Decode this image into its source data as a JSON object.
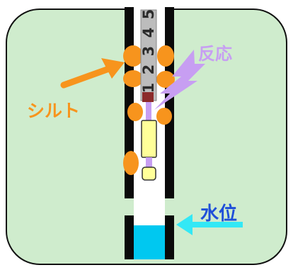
{
  "labels": {
    "silt": "シルト",
    "reaction": "反応",
    "water_level": "水位"
  },
  "gauge_numbers": [
    "1",
    "2",
    "3",
    "4",
    "5"
  ],
  "colors": {
    "background_panel": "#cfeccd",
    "silt": "#f7941d",
    "reaction": "#c79ef2",
    "water_level": "#00c8f0",
    "water_arrow": "#33e8f5",
    "sensor": "#ffff99",
    "gauge": "#bcbcbc"
  }
}
